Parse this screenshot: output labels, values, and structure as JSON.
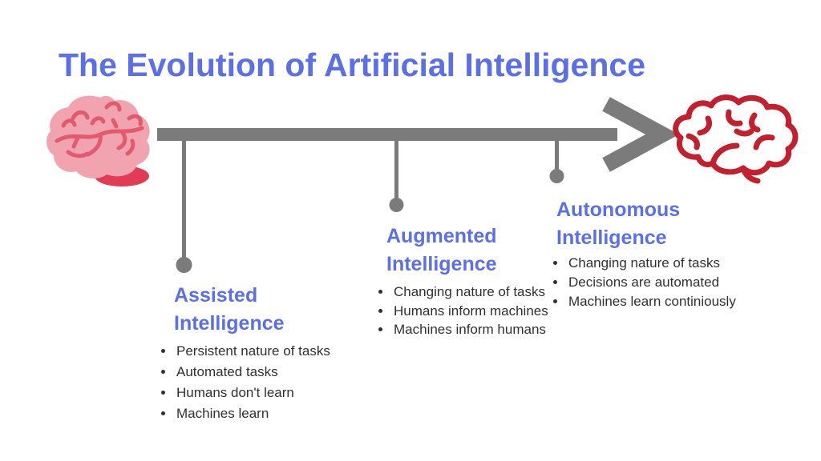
{
  "title": "The Evolution of Artificial Intelligence",
  "colors": {
    "accent_blue": "#5a6fe8",
    "timeline_gray": "#7b7b7b",
    "bullet_text": "#303030",
    "brain_pink": "#f2a3b0",
    "brain_pink_dark": "#e15a6e",
    "brain_red_deep": "#e23b55",
    "brain_outline_red": "#c2202e"
  },
  "icons": {
    "left_brain": "brain-filled-icon",
    "right_brain": "brain-outline-icon",
    "arrow": "timeline-arrow-right-icon"
  },
  "milestones": [
    {
      "name": "Assisted Intelligence",
      "bullets": [
        "Persistent nature of tasks",
        "Automated tasks",
        "Humans don't learn",
        "Machines learn"
      ]
    },
    {
      "name": "Augmented Intelligence",
      "bullets": [
        "Changing nature of tasks",
        "Humans inform machines",
        "Machines inform humans"
      ]
    },
    {
      "name": "Autonomous Intelligence",
      "bullets": [
        "Changing nature of tasks",
        "Decisions are automated",
        "Machines learn continiously"
      ]
    }
  ]
}
